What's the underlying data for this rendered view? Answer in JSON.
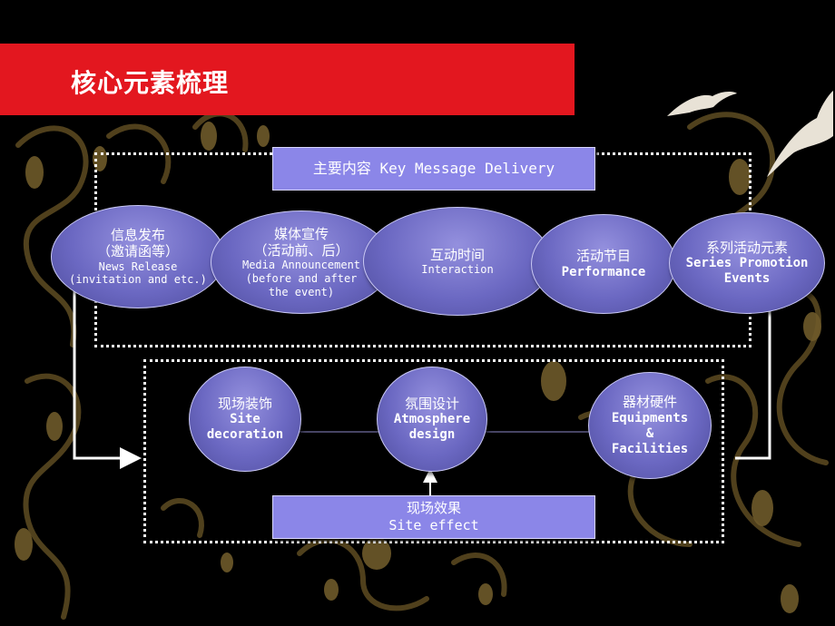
{
  "title": "核心元素梳理",
  "top_banner": "主要内容 Key Message Delivery",
  "bottom_banner": {
    "zh": "现场效果",
    "en": "Site effect"
  },
  "top_row": [
    {
      "zh": [
        "信息发布",
        "（邀请函等）"
      ],
      "en": [
        "News Release",
        "(invitation and etc.)"
      ]
    },
    {
      "zh": [
        "媒体宣传",
        "（活动前、后）"
      ],
      "en": [
        "Media Announcement",
        "(before and after",
        "the event)"
      ]
    },
    {
      "zh": [
        "互动时间"
      ],
      "en": [
        "Interaction"
      ]
    },
    {
      "zh": [
        "活动节目"
      ],
      "en": [
        "Performance"
      ]
    },
    {
      "zh": [
        "系列活动元素"
      ],
      "en": [
        "Series Promotion",
        "Events"
      ]
    }
  ],
  "bottom_row": [
    {
      "zh": [
        "现场装饰"
      ],
      "en": [
        "Site",
        "decoration"
      ]
    },
    {
      "zh": [
        "氛围设计"
      ],
      "en": [
        "Atmosphere",
        "design"
      ]
    },
    {
      "zh": [
        "器材硬件"
      ],
      "en": [
        "Equipments",
        "&",
        "Facilities"
      ]
    }
  ],
  "colors": {
    "title_bar": "#e3171f",
    "node_fill": "#6b68c2",
    "banner_fill": "#8b86e8",
    "background": "#000000",
    "ornament": "#6e5a2a"
  }
}
